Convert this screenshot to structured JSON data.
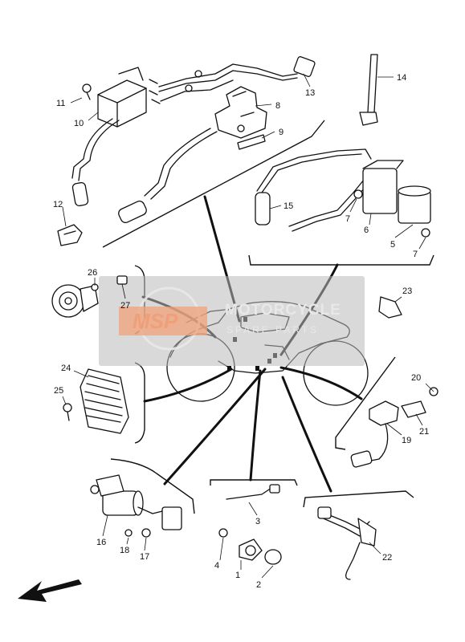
{
  "diagram": {
    "callouts": [
      {
        "id": "c1",
        "label": "1"
      },
      {
        "id": "c2",
        "label": "2"
      },
      {
        "id": "c3",
        "label": "3"
      },
      {
        "id": "c4",
        "label": "4"
      },
      {
        "id": "c5",
        "label": "5"
      },
      {
        "id": "c6",
        "label": "6"
      },
      {
        "id": "c7a",
        "label": "7"
      },
      {
        "id": "c7b",
        "label": "7"
      },
      {
        "id": "c8",
        "label": "8"
      },
      {
        "id": "c9",
        "label": "9"
      },
      {
        "id": "c10",
        "label": "10"
      },
      {
        "id": "c11",
        "label": "11"
      },
      {
        "id": "c12",
        "label": "12"
      },
      {
        "id": "c13",
        "label": "13"
      },
      {
        "id": "c14",
        "label": "14"
      },
      {
        "id": "c15",
        "label": "15"
      },
      {
        "id": "c16",
        "label": "16"
      },
      {
        "id": "c17",
        "label": "17"
      },
      {
        "id": "c18",
        "label": "18"
      },
      {
        "id": "c19",
        "label": "19"
      },
      {
        "id": "c20",
        "label": "20"
      },
      {
        "id": "c21",
        "label": "21"
      },
      {
        "id": "c22",
        "label": "22"
      },
      {
        "id": "c23",
        "label": "23"
      },
      {
        "id": "c24",
        "label": "24"
      },
      {
        "id": "c25",
        "label": "25"
      },
      {
        "id": "c26",
        "label": "26"
      },
      {
        "id": "c27",
        "label": "27"
      }
    ]
  },
  "watermark": {
    "logo": "MSP",
    "title": "MOTORCYCLE",
    "subtitle": "SPARE PARTS",
    "color_accent": "#f0a078",
    "color_band": "#b9b9b9"
  },
  "icons": {
    "front_arrow": "direction-arrow-icon"
  }
}
